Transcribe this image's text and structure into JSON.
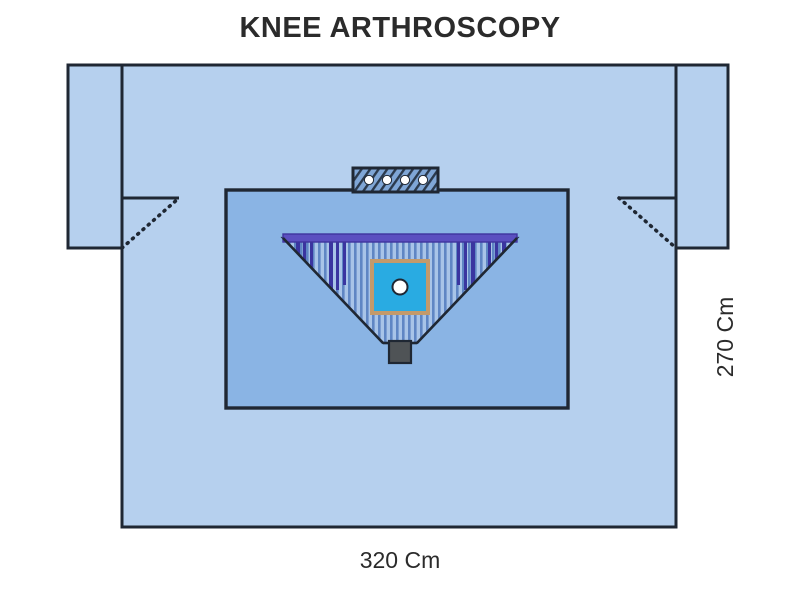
{
  "diagram": {
    "title": "KNEE ARTHROSCOPY",
    "dimensions": {
      "width_label": "320 Cm",
      "height_label": "270 Cm"
    },
    "colors": {
      "drape_body": "#b6d0ee",
      "inner_panel": "#8ab4e4",
      "outline": "#1f2733",
      "pouch_band": "#5b4fc0",
      "pouch_stripe_dark": "#3a35a0",
      "fenestration": "#29abe2",
      "fenestration_border": "#c39a6b",
      "outlet": "#4f5356",
      "hole_fill": "#ffffff",
      "title_text": "#2b2b2b"
    },
    "parts": {
      "main_drape": "main-drape-body",
      "left_wing": "left-arm-wing",
      "right_wing": "right-arm-wing",
      "left_fold_line": "left-fold-dotted-line",
      "right_fold_line": "right-fold-dotted-line",
      "inner_panel": "reinforced-inner-panel",
      "top_tab": "instrument-pouch-tab",
      "tab_holes_count": 4,
      "fluid_pouch": "inverted-triangle-fluid-pouch",
      "fenestration": "adhesive-fenestration-window",
      "fenestration_opening": "fenestration-opening",
      "outlet": "fluid-outlet-port"
    }
  }
}
